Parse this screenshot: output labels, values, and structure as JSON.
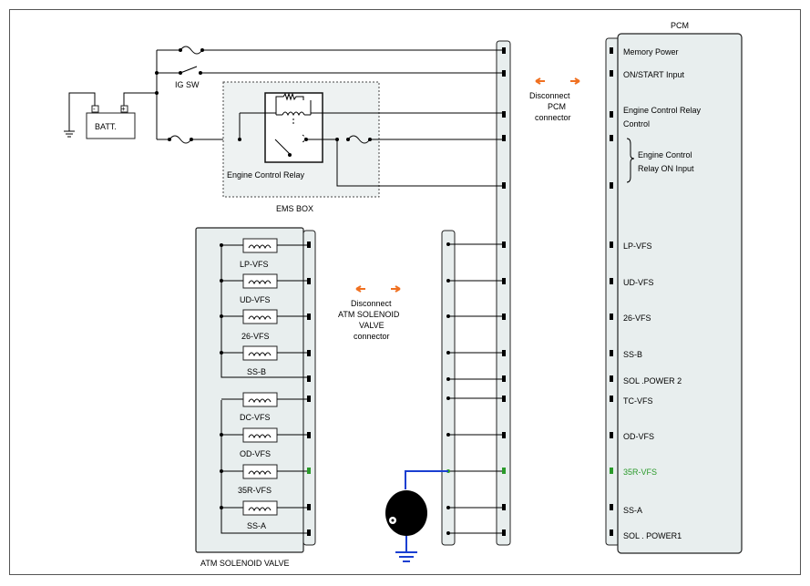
{
  "diagram": {
    "colors": {
      "highlight": "#2a9a2a",
      "probe": "#1a3fd1",
      "arrow": "#f07020",
      "panel": "#e8eeee"
    },
    "pcm": {
      "title": "PCM",
      "pins": {
        "memory_power": "Memory Power",
        "on_start": "ON/START Input",
        "ecr_control_1": "Engine Control Relay",
        "ecr_control_2": "Control",
        "ecr_on_1": "Engine Control",
        "ecr_on_2": "Relay ON Input",
        "lp_vfs": "LP-VFS",
        "ud_vfs": "UD-VFS",
        "vfs26": "26-VFS",
        "ss_b": "SS-B",
        "sol_power2": "SOL .POWER 2",
        "tc_vfs": "TC-VFS",
        "od_vfs": "OD-VFS",
        "r35_vfs": "35R-VFS",
        "ss_a": "SS-A",
        "sol_power1": "SOL . POWER1"
      }
    },
    "pcm_connector_note": [
      "Disconnect",
      "PCM",
      "connector"
    ],
    "atm_connector_note": [
      "Disconnect",
      "ATM SOLENOID",
      "VALVE",
      "connector"
    ],
    "battery": "BATT.",
    "ig_sw": "IG SW",
    "relay": "Engine Control Relay",
    "ems_box": "EMS BOX",
    "atm_valve": {
      "title": "ATM SOLENOID VALVE",
      "solenoids": {
        "lp": "LP-VFS",
        "ud": "UD-VFS",
        "s26": "26-VFS",
        "ssb": "SS-B",
        "dc": "DC-VFS",
        "od": "OD-VFS",
        "r35": "35R-VFS",
        "ssa": "SS-A"
      }
    }
  }
}
